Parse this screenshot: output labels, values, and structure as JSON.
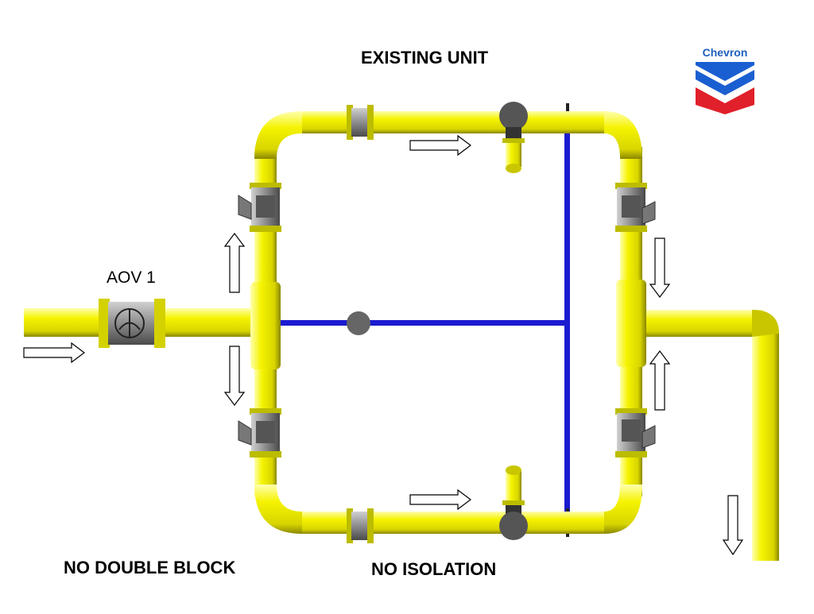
{
  "title": "EXISTING UNIT",
  "labels": {
    "aov": "AOV 1",
    "no_double_block": "NO DOUBLE BLOCK",
    "no_isolation": "NO ISOLATION"
  },
  "logo": {
    "text": "Chevron",
    "text_color": "#1f5fbf",
    "blue": "#1a5fd1",
    "red": "#e0202a"
  },
  "colors": {
    "pipe": "#f0ee00",
    "pipe_edge": "#8a8700",
    "pipe_shadow": "#b7b400",
    "valve_body": "#8a8a8a",
    "valve_dark": "#3a3a3a",
    "signal_line": "#1b1bd0",
    "arrow_fill": "#ffffff",
    "arrow_stroke": "#000000"
  },
  "icons": {
    "flow_arrow": "flow-arrow-icon",
    "gate_valve": "gate-valve-icon",
    "butterfly_valve": "butterfly-valve-icon",
    "relief_valve": "relief-valve-icon",
    "logo": "chevron-logo"
  }
}
